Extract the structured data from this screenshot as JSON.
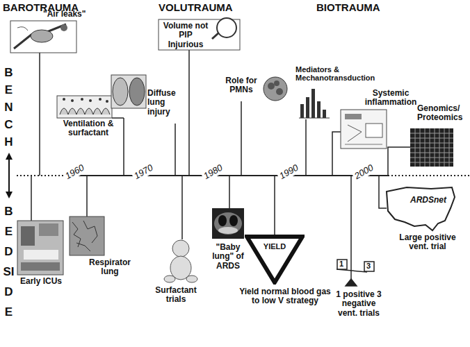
{
  "diagram": {
    "nodes": [
      {
        "text": [
          "YIELD"
        ]
      }
    ],
    "labels": [
      "BAROTRAUMA",
      "VOLUTRAUMA",
      "BIOTRAUMA",
      "BENCH",
      "BEDSIDE",
      "\"Air leaks\"",
      "Ventilation & surfactant",
      "Diffuse lung injury",
      "Volume not PIP Injurious",
      "Role for PMNs",
      "Mediators & Mechanotransduction",
      "Systemic inflammation",
      "Genomics/ Proteomics",
      "1960",
      "1970",
      "1980",
      "1990",
      "2000",
      "Early ICUs",
      "Respirator lung",
      "Surfactant trials",
      "\"Baby lung\" of ARDS",
      "Yield normal blood gas to low V strategy",
      "1 positive 3 negative vent. trials",
      "Large positive vent. trial",
      "ARDSnet",
      "1",
      "3"
    ]
  }
}
